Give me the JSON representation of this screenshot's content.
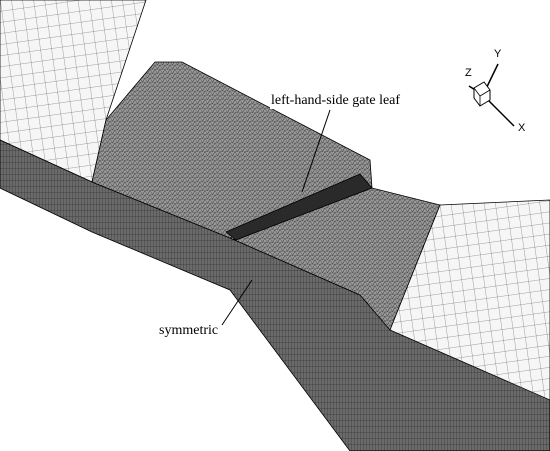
{
  "annotations": {
    "gate_leaf": "left-hand-side gate leaf",
    "symmetric": "symmetric"
  },
  "axes_triad": {
    "x": "X",
    "y": "Y",
    "z": "Z"
  },
  "colors": {
    "mesh_dark": "#3a3a3a",
    "mesh_fill": "#8c8c8c",
    "structured_fill": "#f4f4f4",
    "side_wall": "#555555",
    "line": "#000000"
  }
}
